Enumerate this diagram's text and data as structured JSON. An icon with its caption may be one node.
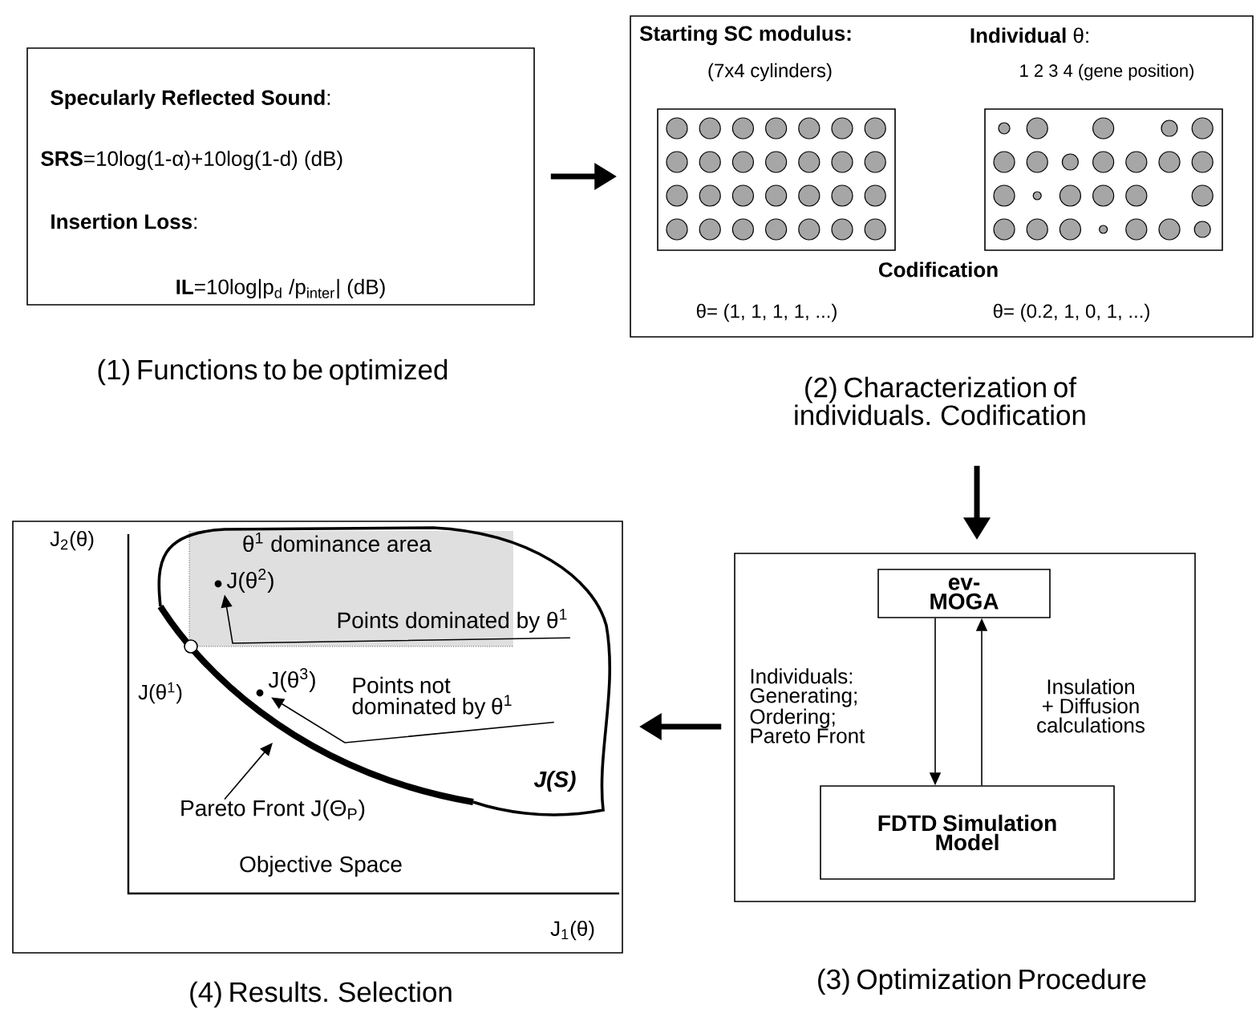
{
  "diagram": {
    "nodes": [
      {
        "text": [
          "**Specularly Reflected Sound**:",
          "**SRS**=10log(1-α)+10log(1-d) (dB)",
          "**Insertion Loss**:",
          "**IL**=10log|p$_{d}$ /p$_{inter}$| (dB)"
        ],
        "beside": [
          "(1) Functions to be optimized"
        ]
      },
      {
        "text": [
          "Starting SC modulus:",
          "(7x4 cylinders)",
          "**Individual** θ:",
          "1 2 3 4 (gene position)",
          "Codification",
          "θ= (1, 1, 1, 1, ...)",
          "θ= (0.2, 1, 0, 1, ...)"
        ],
        "beside": [
          "(2) Characterization of individuals. Codification"
        ]
      },
      {
        "text": [
          "Individuals: Generating; Ordering; Pareto Front",
          "Insulation + Diffusion calculations"
        ],
        "beside": [
          "(3) Optimization Procedure"
        ]
      },
      {
        "text": [
          "ev-MOGA"
        ],
        "in": 2
      },
      {
        "text": [
          "FDTD Simulation Model"
        ],
        "in": 2
      },
      {
        "text": [
          "J$_{2}$(θ)",
          "θ$^{1}$ dominance area",
          "J(θ$^{1}$)",
          "J(S)",
          "Objective Space",
          "J$_{1}$(θ)"
        ],
        "beside": [
          "(4) Results. Selection"
        ]
      },
      {
        "text": [
          "J(θ$^{2}$)"
        ],
        "in": 5
      },
      {
        "text": [
          "Points dominated by θ$^{1}$"
        ],
        "in": 5
      },
      {
        "text": [
          "J(θ$^{3}$)"
        ],
        "in": 5
      },
      {
        "text": [
          "Points not dominated by θ$^{1}$"
        ],
        "in": 5
      },
      {
        "text": [
          "Pareto Front J(Θ$_{P}$)"
        ],
        "in": 5
      }
    ],
    "edges": [
      {
        "from": 0,
        "to": 1,
        "arrow": "to",
        "style": "thick"
      },
      {
        "from": 1,
        "to": 2,
        "arrow": "to",
        "style": "thick"
      },
      {
        "from": 2,
        "to": 5,
        "arrow": "to",
        "style": "thick"
      },
      {
        "from": 3,
        "to": 4,
        "arrow": "to"
      },
      {
        "from": 4,
        "to": 3,
        "arrow": "to"
      },
      {
        "from": 7,
        "to": 6,
        "arrow": "to"
      },
      {
        "from": 9,
        "to": 8,
        "arrow": "to"
      },
      {
        "from": 10,
        "to": null,
        "arrow": "to"
      }
    ]
  }
}
